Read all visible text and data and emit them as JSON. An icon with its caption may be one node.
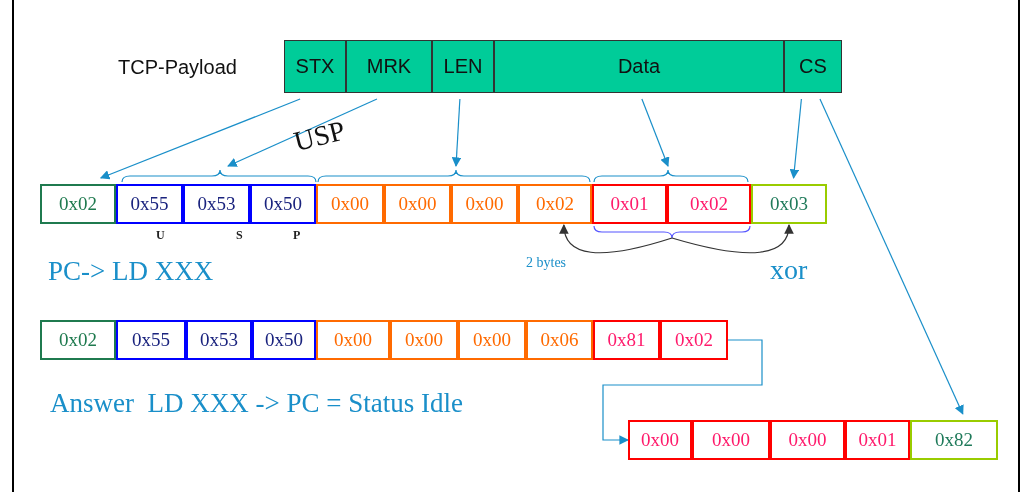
{
  "diagram": {
    "nodes": [
      {
        "text": [
          "STX"
        ]
      },
      {
        "text": [
          "MRK"
        ]
      },
      {
        "text": [
          "LEN"
        ]
      },
      {
        "text": [
          "Data"
        ]
      },
      {
        "text": [
          "CS"
        ]
      },
      {
        "text": [
          "0x02"
        ]
      },
      {
        "text": [
          "0x55"
        ]
      },
      {
        "text": [
          "0x53"
        ]
      },
      {
        "text": [
          "0x50"
        ]
      },
      {
        "text": [
          "0x00"
        ]
      },
      {
        "text": [
          "0x00"
        ]
      },
      {
        "text": [
          "0x00"
        ]
      },
      {
        "text": [
          "0x02"
        ]
      },
      {
        "text": [
          "0x01"
        ]
      },
      {
        "text": [
          "0x02"
        ]
      },
      {
        "text": [
          "0x03"
        ]
      },
      {
        "text": [
          "0x02"
        ]
      },
      {
        "text": [
          "0x55"
        ]
      },
      {
        "text": [
          "0x53"
        ]
      },
      {
        "text": [
          "0x50"
        ]
      },
      {
        "text": [
          "0x00"
        ]
      },
      {
        "text": [
          "0x00"
        ]
      },
      {
        "text": [
          "0x00"
        ]
      },
      {
        "text": [
          "0x06"
        ]
      },
      {
        "text": [
          "0x81"
        ]
      },
      {
        "text": [
          "0x02"
        ]
      },
      {
        "text": [
          "0x00"
        ]
      },
      {
        "text": [
          "0x00"
        ]
      },
      {
        "text": [
          "0x00"
        ]
      },
      {
        "text": [
          "0x01"
        ]
      },
      {
        "text": [
          "0x82"
        ]
      },
      {
        "text": [],
        "shape": "brace"
      },
      {
        "text": [],
        "shape": "brace"
      },
      {
        "text": [],
        "shape": "brace"
      },
      {
        "text": [],
        "shape": "brace"
      }
    ],
    "edges": [
      {
        "from": 0,
        "to": 5,
        "arrow": "to"
      },
      {
        "from": 1,
        "to": 31,
        "arrow": "to"
      },
      {
        "from": 2,
        "to": 32,
        "arrow": "to"
      },
      {
        "from": 3,
        "to": 33,
        "arrow": "to"
      },
      {
        "from": 4,
        "to": 15,
        "arrow": "to"
      },
      {
        "from": 4,
        "to": 30,
        "arrow": "to"
      },
      {
        "from": 25,
        "to": 26,
        "arrow": "to"
      },
      {
        "from": 34,
        "to": 12,
        "arrow": "to",
        "color": "#333333"
      },
      {
        "from": 34,
        "to": 15,
        "arrow": "to",
        "color": "#333333"
      }
    ],
    "labels": [
      "TCP-Payload",
      "USP",
      "U",
      "S",
      "P",
      "PC-> LD XXX",
      "2 bytes",
      "xor",
      "Answer  LD XXX -> PC = Status Idle"
    ]
  }
}
